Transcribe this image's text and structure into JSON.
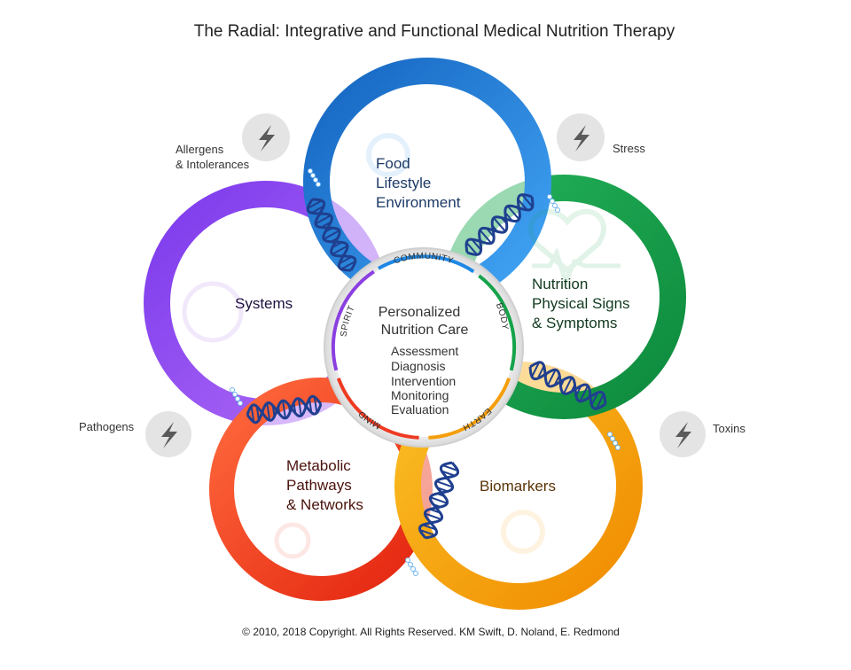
{
  "title": "The Radial: Integrative and Functional Medical Nutrition Therapy",
  "rings": [
    {
      "key": "food",
      "lines": [
        "Food",
        "Lifestyle",
        "Environment"
      ],
      "color": "#1e88e5"
    },
    {
      "key": "nutrition",
      "lines": [
        "Nutrition",
        "Physical Signs",
        "& Symptoms"
      ],
      "color": "#16a34a"
    },
    {
      "key": "biomarkers",
      "lines": [
        "Biomarkers"
      ],
      "color": "#f59e0b"
    },
    {
      "key": "metabolic",
      "lines": [
        "Metabolic",
        "Pathways",
        "& Networks"
      ],
      "color": "#ef3a22"
    },
    {
      "key": "systems",
      "lines": [
        "Systems"
      ],
      "color": "#8b3fe0"
    }
  ],
  "stressors": [
    {
      "key": "allergens",
      "lines": [
        "Allergens",
        "& Intolerances"
      ],
      "icon": "lightning-icon"
    },
    {
      "key": "stress",
      "lines": [
        "Stress"
      ],
      "icon": "lightning-icon"
    },
    {
      "key": "pathogens",
      "lines": [
        "Pathogens"
      ],
      "icon": "lightning-icon"
    },
    {
      "key": "toxins",
      "lines": [
        "Toxins"
      ],
      "icon": "lightning-icon"
    }
  ],
  "center": {
    "title_lines": [
      "Personalized",
      "Nutrition Care"
    ],
    "steps": [
      "Assessment",
      "Diagnosis",
      "Intervention",
      "Monitoring",
      "Evaluation"
    ],
    "arcs": [
      "COMMUNITY",
      "BODY",
      "EARTH",
      "MIND",
      "SPIRIT"
    ]
  },
  "copyright": "© 2010, 2018 Copyright. All Rights Reserved. KM Swift, D. Noland, E. Redmond",
  "colors": {
    "food": "#1e88e5",
    "nutrition": "#16a34a",
    "biomarkers": "#f59e0b",
    "metabolic": "#ef3a22",
    "systems": "#8b3fe0",
    "dna": "#1f3f8f"
  }
}
